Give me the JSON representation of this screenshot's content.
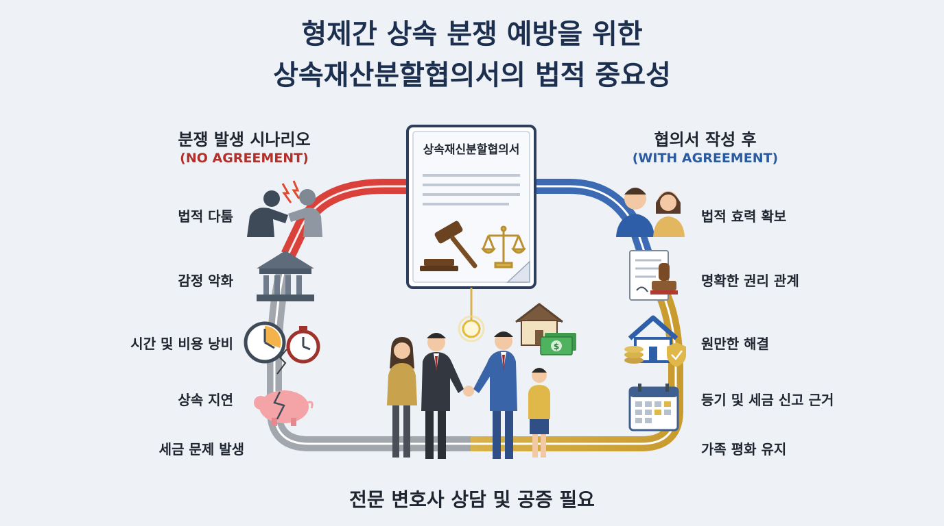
{
  "title": {
    "line1": "형제간 상속 분쟁 예방을 위한",
    "line2": "상속재산분할협의서의 법적 중요성"
  },
  "left": {
    "heading": "분쟁 발생 시나리오",
    "subheading": "(NO AGREEMENT)",
    "items": [
      "법적 다툼",
      "감정 악화",
      "시간 및 비용 낭비",
      "상속 지연",
      "세금 문제 발생"
    ]
  },
  "right": {
    "heading": "협의서 작성 후",
    "subheading": "(WITH AGREEMENT)",
    "items": [
      "법적 효력 확보",
      "명확한 권리 관계",
      "원만한 해결",
      "등기 및 세금 신고 근거",
      "가족 평화 유지"
    ]
  },
  "document": {
    "title": "상속재신분할협의서"
  },
  "footer": "전문 변호사 상담 및 공증 필요",
  "colors": {
    "title": "#1c2f4f",
    "no_agreement": "#b0302b",
    "with_agreement": "#2a5aa0",
    "path_red": "#d9413a",
    "path_blue": "#3d6bb3",
    "path_gold": "#d4ac40",
    "path_gray": "#9a9ea6"
  },
  "icons": {
    "left": [
      "argument-icon",
      "courthouse-icon",
      "clocks-icon",
      "broken-piggy-bank-icon"
    ],
    "right": [
      "family-couple-icon",
      "stamped-document-icon",
      "house-shield-icon",
      "calendar-icon"
    ],
    "document": [
      "gavel-icon",
      "scales-icon"
    ],
    "center": [
      "house-icon",
      "money-icon",
      "family-handshake-illustration"
    ]
  }
}
